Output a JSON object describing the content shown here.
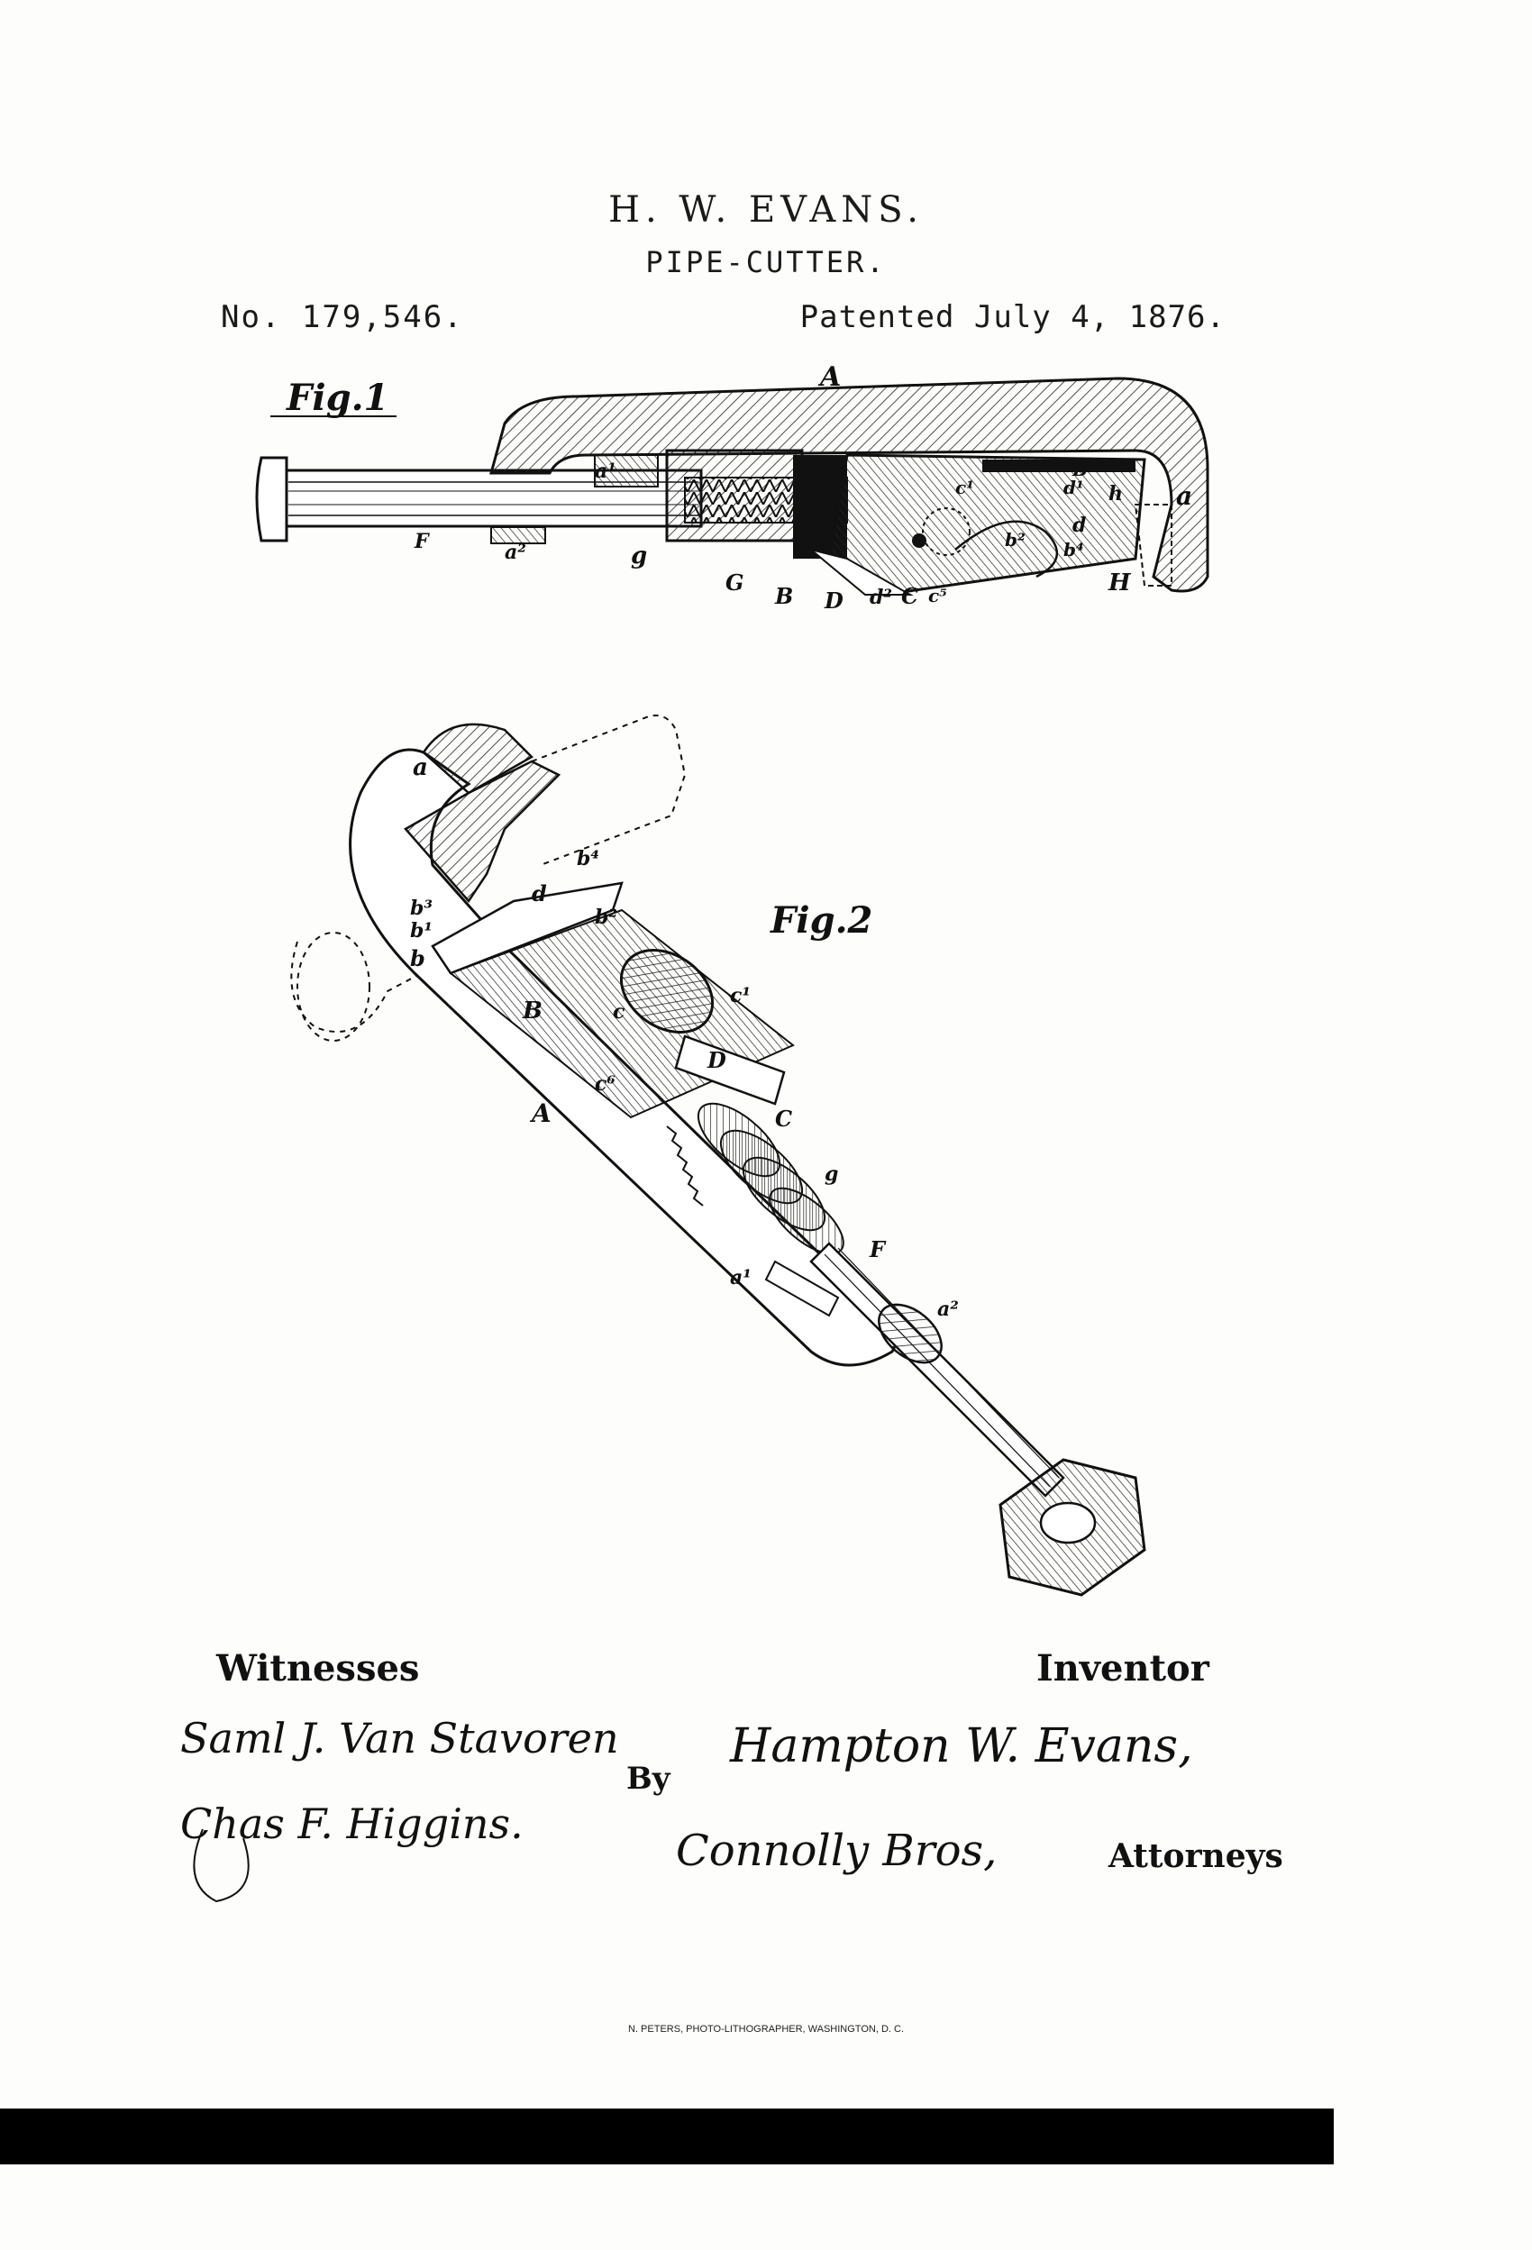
{
  "header": {
    "inventor_name": "H. W. EVANS.",
    "title": "PIPE-CUTTER.",
    "patent_number": "No. 179,546.",
    "patent_date": "Patented July 4, 1876."
  },
  "figures": {
    "fig1_label": "Fig.1",
    "fig2_label": "Fig.2"
  },
  "fig1_refs": {
    "A": "A",
    "a1": "a¹",
    "a2": "a²",
    "F": "F",
    "g": "g",
    "G": "G",
    "B": "B",
    "D": "D",
    "d2": "d²",
    "C": "C",
    "c5": "c⁵",
    "c1": "c¹",
    "d1": "d¹",
    "d": "d",
    "b4": "b⁴",
    "b2": "b²",
    "h": "h",
    "a": "a",
    "H": "H",
    "B2": "B"
  },
  "fig2_refs": {
    "a": "a",
    "b4": "b⁴",
    "b3": "b³",
    "b1": "b¹",
    "b": "b",
    "b2": "b²",
    "d": "d",
    "B": "B",
    "c": "c",
    "c1": "c¹",
    "c6": "c⁶",
    "D": "D",
    "C": "C",
    "A": "A",
    "g": "g",
    "F": "F",
    "a1": "a¹",
    "a2": "a²"
  },
  "witnesses": {
    "label": "Witnesses",
    "sig1": "Saml J. Van Stavoren",
    "sig2": "Chas F. Higgins."
  },
  "inventor": {
    "label": "Inventor",
    "signature": "Hampton W. Evans,"
  },
  "attorneys": {
    "by_label": "By",
    "signature": "Connolly Bros,",
    "label": "Attorneys"
  },
  "footer": {
    "printer": "N. PETERS, PHOTO-LITHOGRAPHER, WASHINGTON, D. C."
  }
}
